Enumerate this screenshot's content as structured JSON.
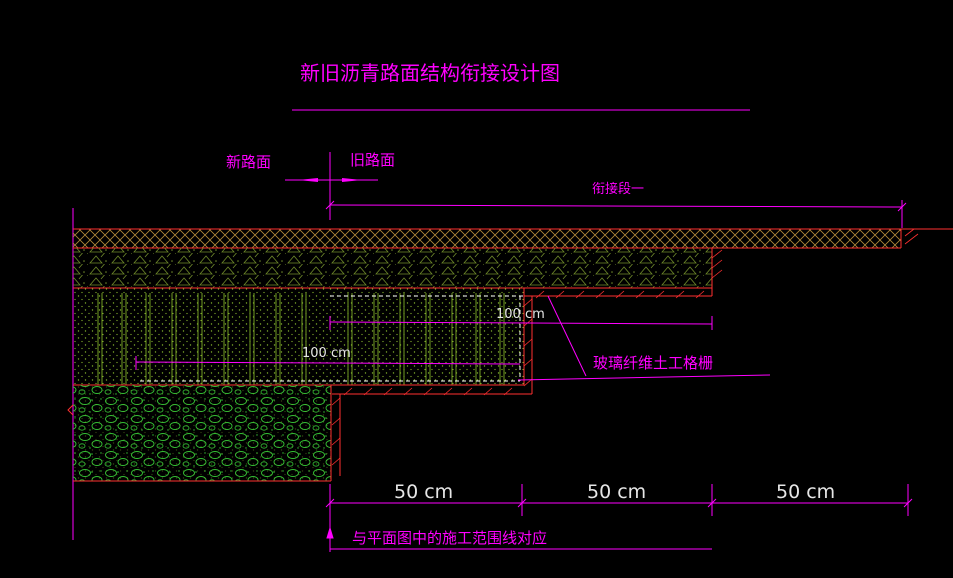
{
  "drawing": {
    "title": "新旧沥青路面结构衔接设计图",
    "label_new_road": "新路面",
    "label_old_road": "旧路面",
    "label_transition": "衔接段一",
    "label_geogrid": "玻璃纤维土工格栅",
    "label_100cm_upper": "100 cm",
    "label_100cm_lower": "100 cm",
    "dim_1": "50 cm",
    "dim_2": "50 cm",
    "dim_3": "50 cm",
    "note_bottom": "与平面图中的施工范围线对应"
  },
  "colors": {
    "background": "#000000",
    "annotation": "#ff00ff",
    "boundary": "#ff3030",
    "hatch": "#7a8f2a",
    "gravel": "#38c838",
    "dim_text": "#e6e6e6",
    "white": "#ffffff"
  }
}
